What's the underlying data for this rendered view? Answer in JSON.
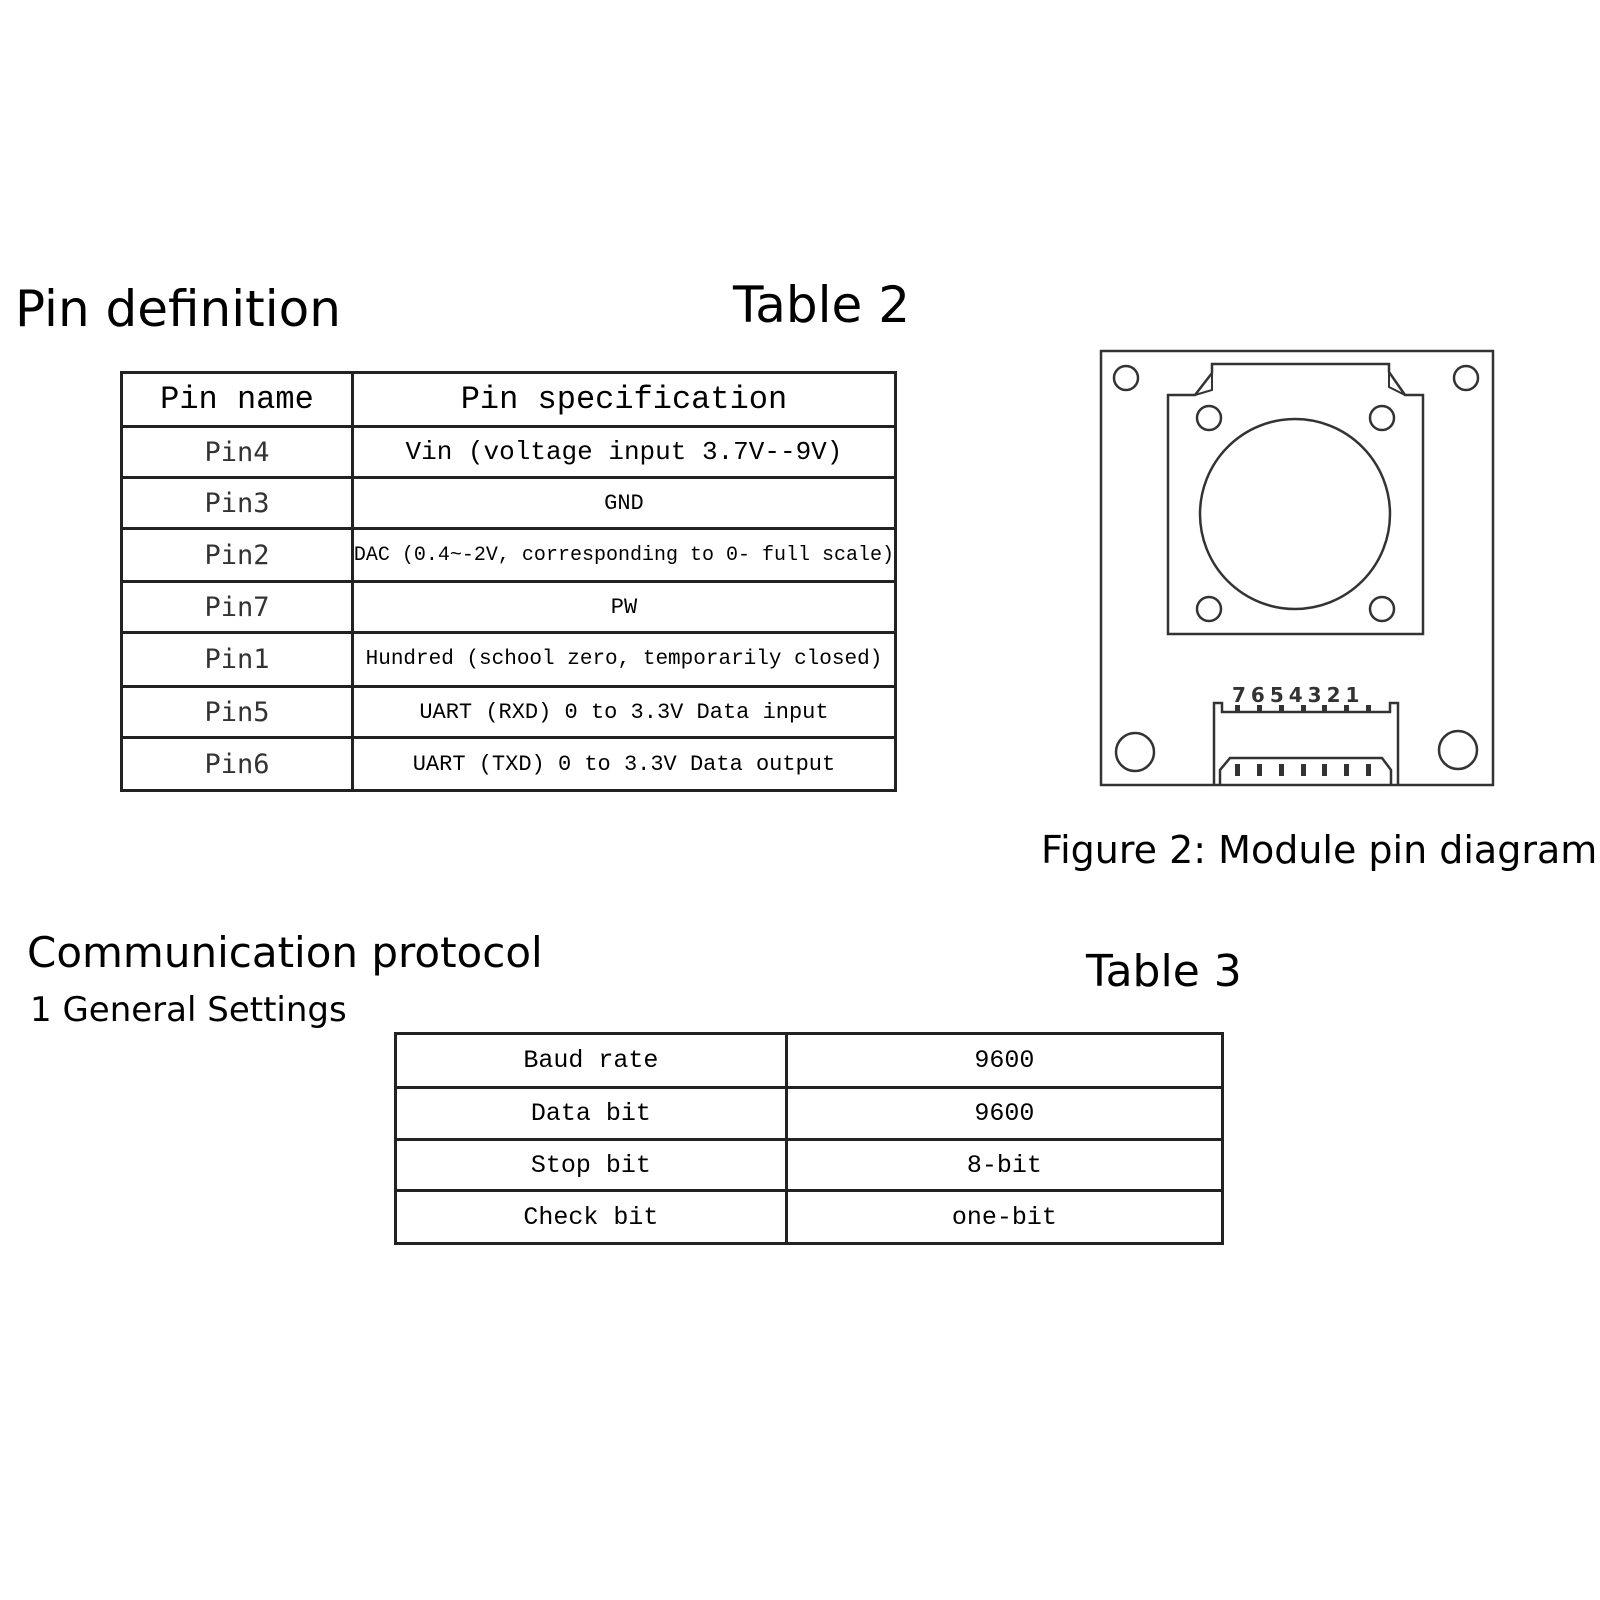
{
  "pin_section": {
    "heading": "Pin definition",
    "table_title": "Table 2"
  },
  "pin_table": {
    "headers": [
      "Pin name",
      "Pin specification"
    ],
    "rows": [
      {
        "name": "Pin4",
        "spec": "Vin (voltage input 3.7V--9V)"
      },
      {
        "name": "Pin3",
        "spec": "GND"
      },
      {
        "name": "Pin2",
        "spec": "DAC (0.4~-2V, corresponding to 0- full scale)"
      },
      {
        "name": "Pin7",
        "spec": "PW"
      },
      {
        "name": "Pin1",
        "spec": "Hundred (school zero, temporarily closed)"
      },
      {
        "name": "Pin5",
        "spec": "UART (RXD) 0 to 3.3V Data input"
      },
      {
        "name": "Pin6",
        "spec": "UART (TXD) 0 to 3.3V Data output"
      }
    ]
  },
  "figure": {
    "caption": "Figure 2: Module pin diagram",
    "pin_labels": "7654321"
  },
  "comm_section": {
    "heading": "Communication protocol",
    "subheading": "1 General Settings",
    "table_title": "Table 3"
  },
  "settings_table": {
    "rows": [
      {
        "label": "Baud rate",
        "value": "9600"
      },
      {
        "label": "Data bit",
        "value": "9600"
      },
      {
        "label": "Stop bit",
        "value": "8-bit"
      },
      {
        "label": "Check bit",
        "value": "one-bit"
      }
    ]
  }
}
